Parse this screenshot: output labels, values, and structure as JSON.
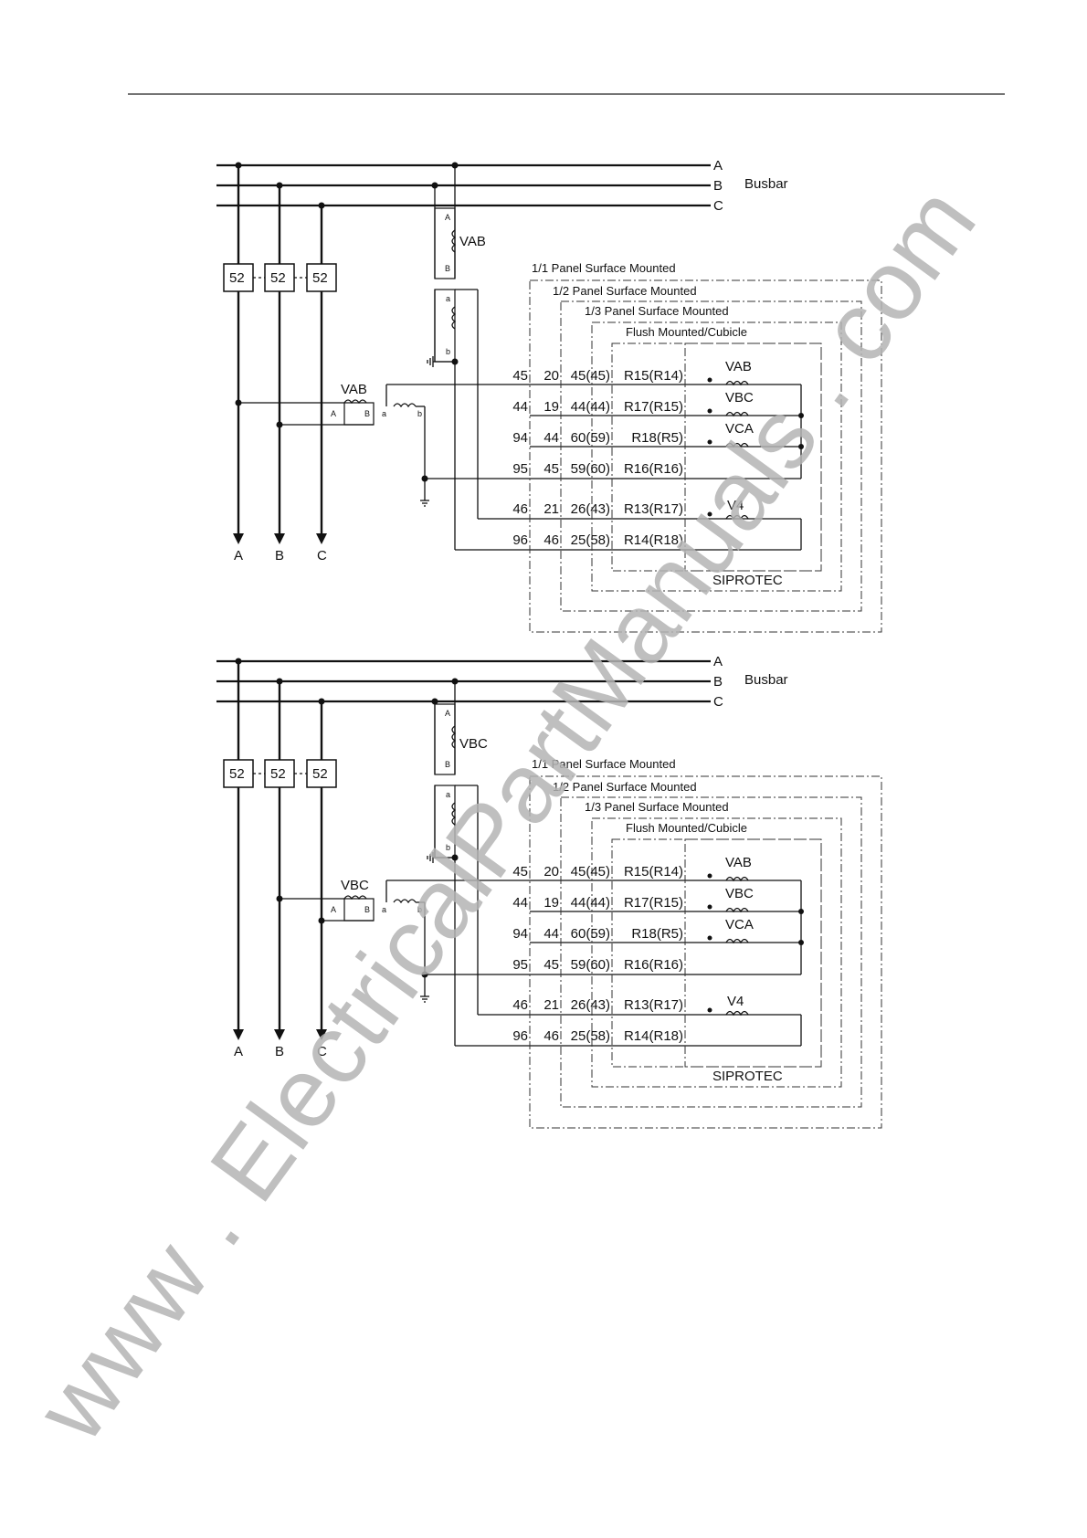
{
  "diagrams": [
    {
      "bus_labels": [
        "A",
        "B",
        "C"
      ],
      "busbar_label": "Busbar",
      "line_vt_label": "VAB",
      "line_vt_terminals": [
        "A",
        "B",
        "a",
        "b"
      ],
      "breaker_label": "52",
      "aux_vt_label": "VAB",
      "aux_vt_terminals": [
        "A",
        "B",
        "a",
        "b"
      ],
      "feeder_labels": [
        "A",
        "B",
        "C"
      ],
      "mounting_labels": [
        "1/1 Panel Surface Mounted",
        "1/2 Panel Surface Mounted",
        "1/3 Panel Surface Mounted",
        "Flush Mounted/Cubicle"
      ],
      "terminal_rows": [
        {
          "c1": "45",
          "c2": "20",
          "c3": "45(45)",
          "c4": "R15(R14)"
        },
        {
          "c1": "44",
          "c2": "19",
          "c3": "44(44)",
          "c4": "R17(R15)"
        },
        {
          "c1": "94",
          "c2": "44",
          "c3": "60(59)",
          "c4": "R18(R5)"
        },
        {
          "c1": "95",
          "c2": "45",
          "c3": "59(60)",
          "c4": "R16(R16)"
        },
        {
          "c1": "46",
          "c2": "21",
          "c3": "26(43)",
          "c4": "R13(R17)"
        },
        {
          "c1": "96",
          "c2": "46",
          "c3": "25(58)",
          "c4": "R14(R18)"
        }
      ],
      "relay_inputs": [
        "VAB",
        "VBC",
        "VCA",
        "V4"
      ],
      "device_label": "SIPROTEC"
    },
    {
      "bus_labels": [
        "A",
        "B",
        "C"
      ],
      "busbar_label": "Busbar",
      "line_vt_label": "VBC",
      "line_vt_terminals": [
        "A",
        "B",
        "a",
        "b"
      ],
      "breaker_label": "52",
      "aux_vt_label": "VBC",
      "aux_vt_terminals": [
        "A",
        "B",
        "a",
        "b"
      ],
      "feeder_labels": [
        "A",
        "B",
        "C"
      ],
      "mounting_labels": [
        "1/1 Panel Surface Mounted",
        "1/2 Panel Surface Mounted",
        "1/3 Panel Surface Mounted",
        "Flush Mounted/Cubicle"
      ],
      "terminal_rows": [
        {
          "c1": "45",
          "c2": "20",
          "c3": "45(45)",
          "c4": "R15(R14)"
        },
        {
          "c1": "44",
          "c2": "19",
          "c3": "44(44)",
          "c4": "R17(R15)"
        },
        {
          "c1": "94",
          "c2": "44",
          "c3": "60(59)",
          "c4": "R18(R5)"
        },
        {
          "c1": "95",
          "c2": "45",
          "c3": "59(60)",
          "c4": "R16(R16)"
        },
        {
          "c1": "46",
          "c2": "21",
          "c3": "26(43)",
          "c4": "R13(R17)"
        },
        {
          "c1": "96",
          "c2": "46",
          "c3": "25(58)",
          "c4": "R14(R18)"
        }
      ],
      "relay_inputs": [
        "VAB",
        "VBC",
        "VCA",
        "V4"
      ],
      "device_label": "SIPROTEC"
    }
  ],
  "watermark": "www . ElectricalPartManuals . com"
}
